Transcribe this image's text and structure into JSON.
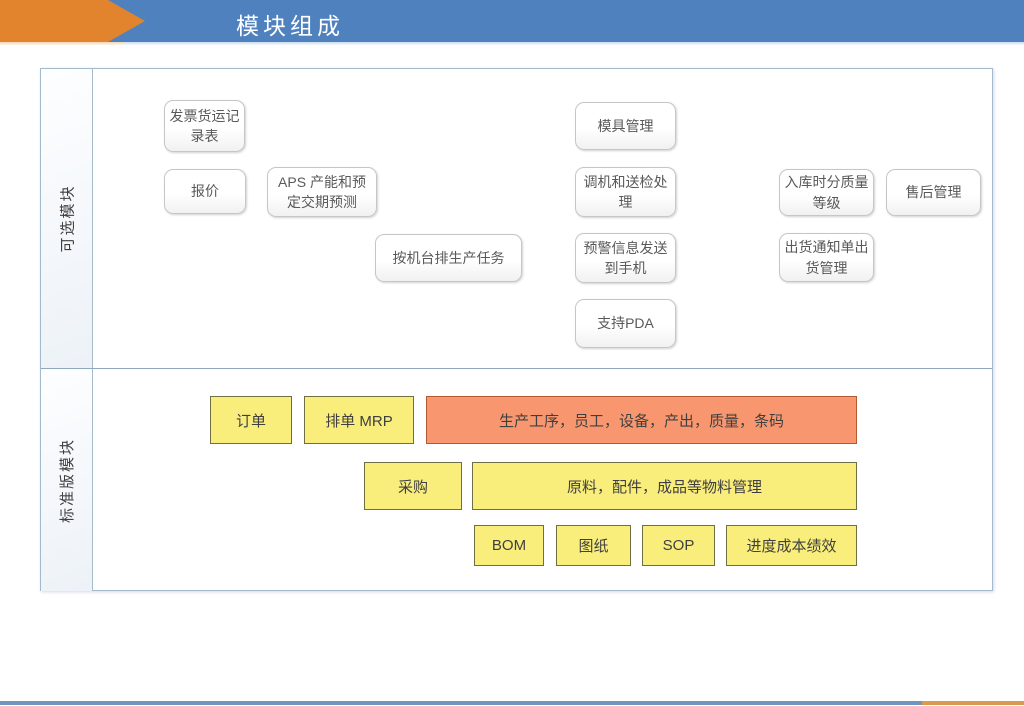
{
  "header": {
    "title": "模块组成",
    "bar_color": "#4E81BD",
    "arrow_color": "#E2832D"
  },
  "diagram": {
    "rows": [
      {
        "label": "可选模块"
      },
      {
        "label": "标准版模块"
      }
    ],
    "colors": {
      "frame_border": "#A4B9CC",
      "optional_box_border": "#C6C6C6",
      "standard_yellow_fill": "#F9EE7C",
      "standard_orange_fill": "#F8976F"
    }
  },
  "optional": {
    "items": [
      {
        "label": "发票货运记录表"
      },
      {
        "label": "报价"
      },
      {
        "label": "APS 产能和预定交期预测"
      },
      {
        "label": "按机台排生产任务"
      },
      {
        "label": "模具管理"
      },
      {
        "label": "调机和送检处理"
      },
      {
        "label": "预警信息发送到手机"
      },
      {
        "label": "支持PDA"
      },
      {
        "label": "入库时分质量等级"
      },
      {
        "label": "售后管理"
      },
      {
        "label": "出货通知单出货管理"
      }
    ]
  },
  "standard": {
    "items": [
      {
        "label": "订单",
        "type": "yellow"
      },
      {
        "label": "排单 MRP",
        "type": "yellow"
      },
      {
        "label": "生产工序，员工，设备，产出，质量，条码",
        "type": "orange"
      },
      {
        "label": "采购",
        "type": "yellow"
      },
      {
        "label": "原料，配件，成品等物料管理",
        "type": "yellow"
      },
      {
        "label": "BOM",
        "type": "yellow"
      },
      {
        "label": "图纸",
        "type": "yellow"
      },
      {
        "label": "SOP",
        "type": "yellow"
      },
      {
        "label": "进度成本绩效",
        "type": "yellow"
      }
    ]
  },
  "footer": {
    "bar_blue": "#7096BE",
    "bar_orange": "#D99C4E"
  }
}
